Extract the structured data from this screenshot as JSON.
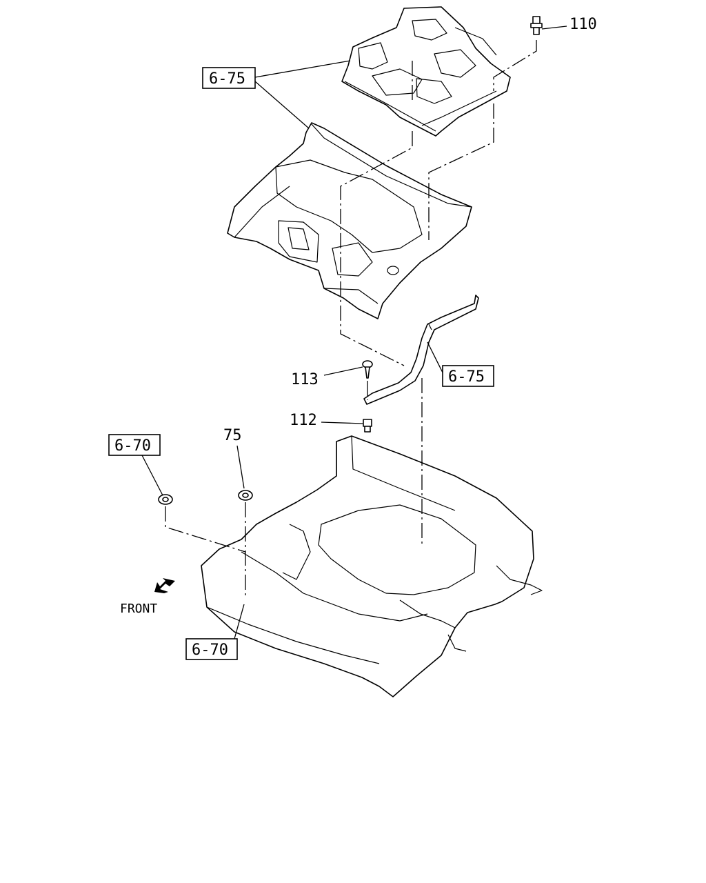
{
  "callouts": {
    "p110": "110",
    "p113": "113",
    "p112": "112",
    "p75": "75"
  },
  "references": {
    "ref_top": "6-75",
    "ref_mid": "6-75",
    "ref_left": "6-70",
    "ref_bottom": "6-70"
  },
  "direction": {
    "front_label": "FRONT"
  },
  "colors": {
    "line": "#000000",
    "background": "#ffffff"
  }
}
